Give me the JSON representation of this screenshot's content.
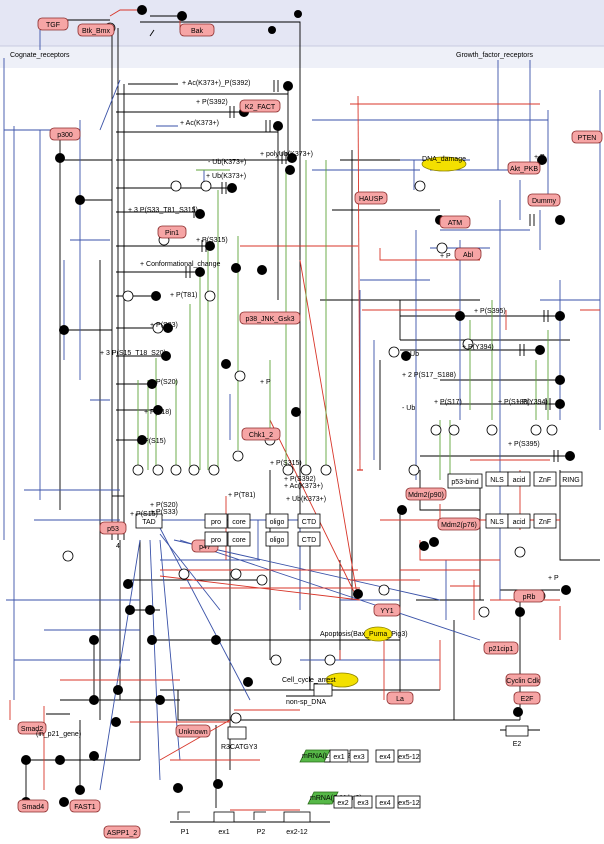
{
  "colors": {
    "protein_fill": "#f6a5a5",
    "protein_stroke": "#8a2b2b",
    "membrane_band": "#e4e6f4",
    "lower_band": "#eef0f8",
    "black_edge": "#000000",
    "blue_edge": "#3a52a8",
    "red_edge": "#d8362a",
    "green_edge": "#5fa33a",
    "phenotype_fill": "#f3e000",
    "rna_fill": "#56b847"
  },
  "proteins": [
    {
      "id": "TGF",
      "label": "TGF"
    },
    {
      "id": "Bak",
      "label": "Bak"
    },
    {
      "id": "Btk_Bmx",
      "label": "Btk_Bmx"
    },
    {
      "id": "p300",
      "label": "p300"
    },
    {
      "id": "K2_FACT",
      "label": "K2_FACT"
    },
    {
      "id": "PTEN",
      "label": "PTEN"
    },
    {
      "id": "HAUSP",
      "label": "HAUSP"
    },
    {
      "id": "Akt_PKB",
      "label": "Akt_PKB"
    },
    {
      "id": "Dummy",
      "label": "Dummy"
    },
    {
      "id": "ATM",
      "label": "ATM"
    },
    {
      "id": "Abl",
      "label": "Abl"
    },
    {
      "id": "Pin1",
      "label": "Pin1"
    },
    {
      "id": "p38_JNK",
      "label": "p38_JNK_Gsk3"
    },
    {
      "id": "Chk1_2",
      "label": "Chk1_2"
    },
    {
      "id": "p53",
      "label": "p53"
    },
    {
      "id": "p47",
      "label": "p47"
    },
    {
      "id": "Mdm2_p90",
      "label": "Mdm2(p90)"
    },
    {
      "id": "Mdm2_p76",
      "label": "Mdm2(p76)"
    },
    {
      "id": "YY1",
      "label": "YY1"
    },
    {
      "id": "pRb",
      "label": "pRb"
    },
    {
      "id": "p21cip1",
      "label": "p21cip1"
    },
    {
      "id": "Cyclin_Cdk",
      "label": "Cyclin Cdk"
    },
    {
      "id": "E2F",
      "label": "E2F"
    },
    {
      "id": "Lat",
      "label": "La"
    },
    {
      "id": "Smad2",
      "label": "Smad2"
    },
    {
      "id": "Smad4",
      "label": "Smad4"
    },
    {
      "id": "FAST1",
      "label": "FAST1"
    },
    {
      "id": "ASPP1",
      "label": "ASPP1_2"
    },
    {
      "id": "Unknown",
      "label": "Unknown"
    }
  ],
  "receptors": {
    "cognate": "Cognate_receptors",
    "growth": "Growth_factor_receptors"
  },
  "phenotypes": {
    "dna_damage": "DNA_damage",
    "apoptosis": "Apoptosis(Bax_Puma_Pig3)",
    "cell_cycle": "Cell_cycle_arrest"
  },
  "domains": {
    "p53": [
      "TAD",
      "pro",
      "core",
      "oligo",
      "CTD"
    ],
    "mdm2": [
      "NLS",
      "acid",
      "ZnF",
      "RING"
    ],
    "p53_bind": "p53-bind"
  },
  "genes": {
    "p21": "(in_p21_gene)",
    "nonsp": "non-sp_DNA",
    "r3": "R3CATGY3",
    "mrna1": "mRNA(L-Mdm2)",
    "mrna2": "mRNA(S-Mdm2)",
    "exons_top": [
      "ex1",
      "ex3",
      "ex4",
      "ex5-12"
    ],
    "exons_bot": [
      "ex2",
      "ex3",
      "ex4",
      "ex5-12"
    ],
    "promoter": [
      "P1",
      "ex1",
      "P2",
      "ex2-12"
    ],
    "e2": "E2"
  },
  "mods": [
    "+ Ac(K373+)_P(S392)",
    "+ P(S392)",
    "+ Ac(K373+)",
    "+ polyUb(K373+)",
    "- Ub(K373+)",
    "+ Ub(K373+)",
    "+ 3 P(S33_T81_S315)",
    "+ P(S315)",
    "+ Conformational_change",
    "+ P(T81)",
    "+ P(S33)",
    "+ 3 P(S15_T18_S20)",
    "+ P(S20)",
    "+ P(T18)",
    "+ P(S15)",
    "+ P(S395)",
    "+ P(Y394)",
    "+ 2 P(S17_S188)",
    "+ Ub",
    "- Ub",
    "+ P(S17)",
    "+ P(S188)",
    "+ P(Y394)",
    "+ P(S395)",
    "+ P",
    "+ P",
    "+ P",
    "+ P",
    "+ P(S315)",
    "+ Ac(K373+)",
    "+ P(S392)",
    "+ Ub(K373+)",
    "+ P(S20)",
    "+ P(S33)",
    "+ P(T81)",
    "+ P(S15)",
    "4"
  ]
}
